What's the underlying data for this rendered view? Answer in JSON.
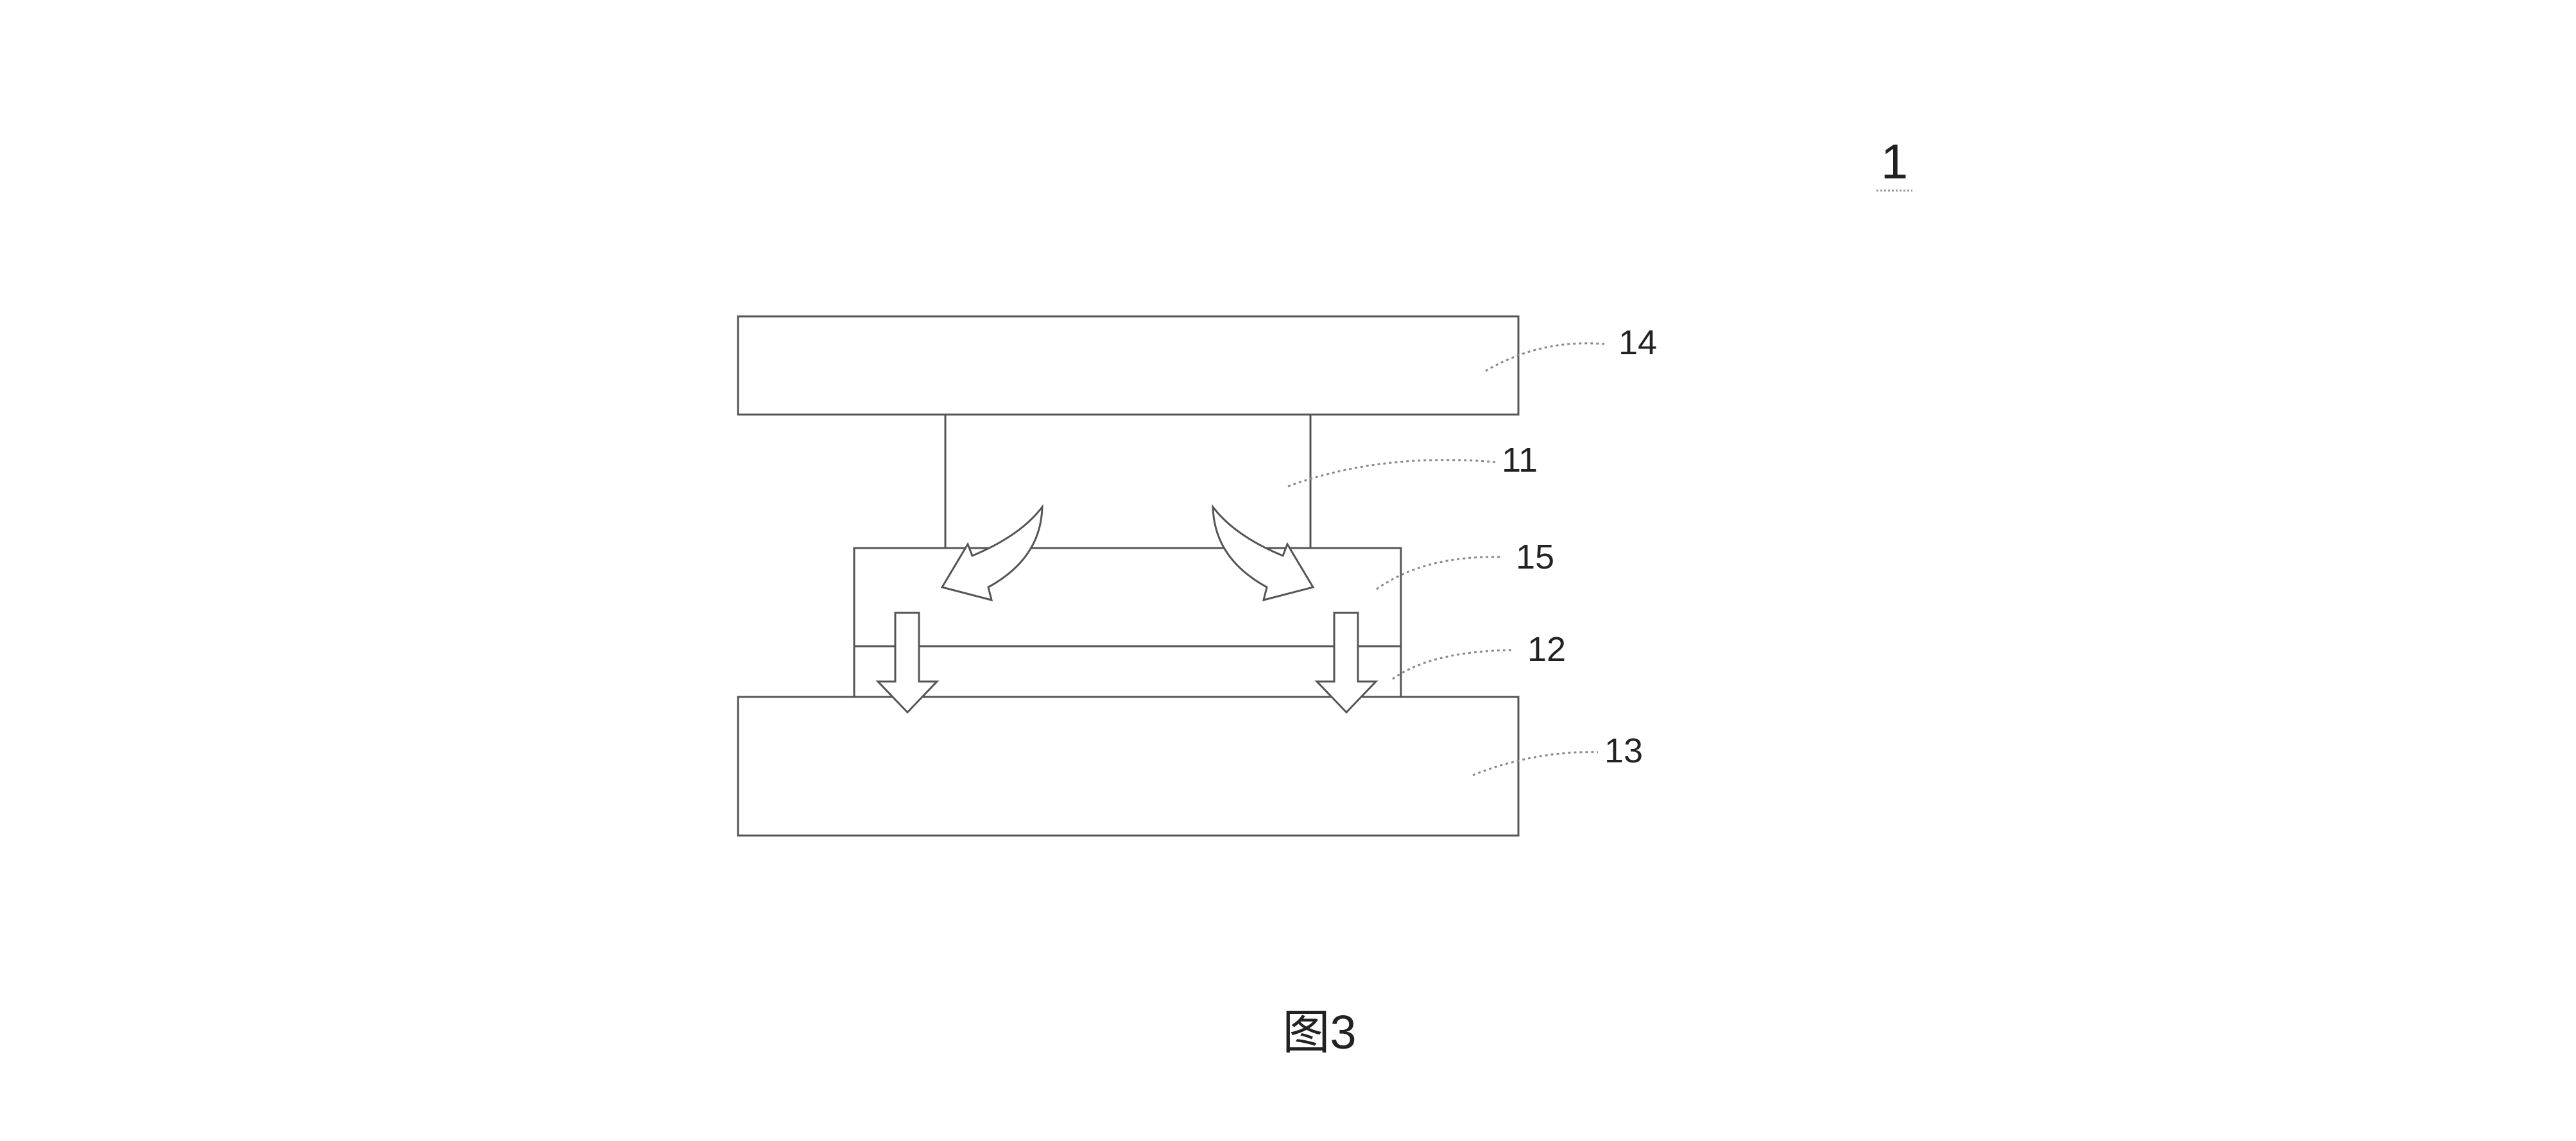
{
  "figure": {
    "assembly_label": "1",
    "caption": "图3"
  },
  "components": {
    "top_plate": {
      "label": "14"
    },
    "posts": {
      "label": "11"
    },
    "upper_layer": {
      "label": "15"
    },
    "lower_layer": {
      "label": "12"
    },
    "base_plate": {
      "label": "13"
    }
  },
  "colors": {
    "line": "#555555",
    "text": "#222222",
    "background": "#ffffff"
  }
}
